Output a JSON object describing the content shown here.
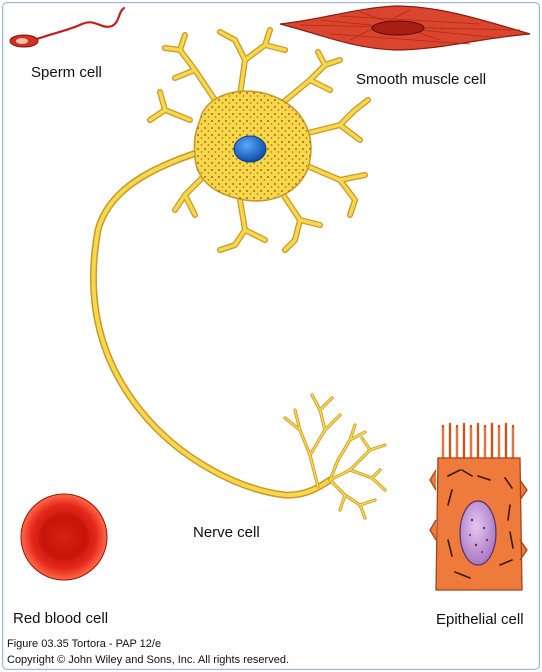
{
  "labels": {
    "sperm": "Sperm cell",
    "smooth_muscle": "Smooth muscle cell",
    "nerve": "Nerve cell",
    "red_blood": "Red blood cell",
    "epithelial": "Epithelial cell"
  },
  "caption": {
    "figure": "Figure 03.35  Tortora - PAP 12/e",
    "copyright": "Copyright © John Wiley and Sons, Inc. All rights reserved."
  },
  "colors": {
    "frame_border": "#9fb7d2",
    "nerve_fill": "#f7d84a",
    "nerve_outline": "#c9982a",
    "nucleus_blue": "#1f6fd1",
    "muscle_red": "#d9452e",
    "rbc_red": "#e02a1c",
    "epithelial_orange": "#ee7a3c",
    "epithelial_nucleus": "#c8a3d8"
  }
}
